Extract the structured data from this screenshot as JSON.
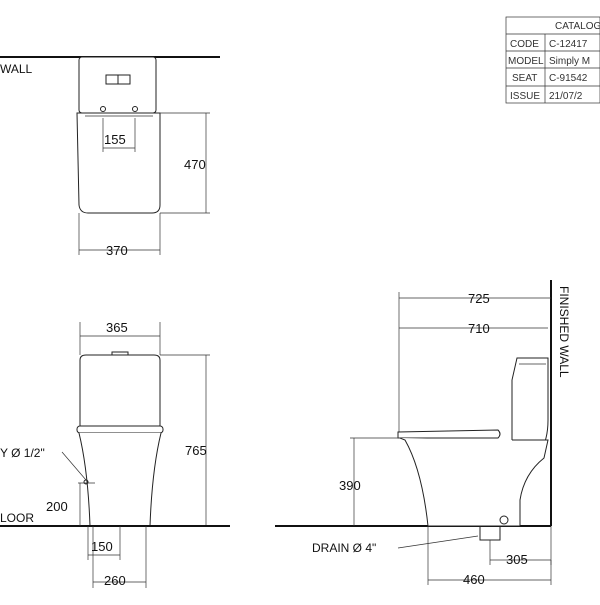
{
  "title_block": {
    "header": "CATALOG",
    "rows": [
      {
        "key": "CODE",
        "value": "C-12417"
      },
      {
        "key": "MODEL",
        "value": "Simply M"
      },
      {
        "key": "SEAT",
        "value": "C-91542"
      },
      {
        "key": "ISSUE",
        "value": "21/07/2"
      }
    ]
  },
  "labels": {
    "wall": "WALL",
    "finished_wall": "FINISHED WALL",
    "floor": "LOOR",
    "supply": "Y Ø 1/2\"",
    "drain": "DRAIN Ø 4\""
  },
  "dimensions": {
    "seat_offset": "155",
    "top_depth": "470",
    "top_width": "370",
    "front_width": "365",
    "front_height": "765",
    "supply_height": "200",
    "supply_offset": "150",
    "base_width": "260",
    "side_depth_overall": "725",
    "side_depth_bowl": "710",
    "seat_height": "390",
    "drain_to_wall": "305",
    "base_depth": "460"
  }
}
